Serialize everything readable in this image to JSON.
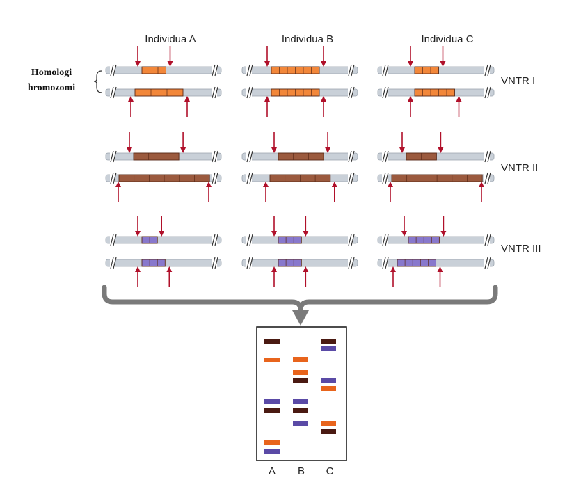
{
  "individuals": [
    "Individua  A",
    "Individua  B",
    "Individua  C"
  ],
  "homolog_label": [
    "Homologi",
    "hromozomi"
  ],
  "vntr_labels": [
    "VNTR I",
    "VNTR II",
    "VNTR III"
  ],
  "gel_lane_labels": [
    "A",
    "B",
    "C"
  ],
  "colors": {
    "chromosome": "#c9d0d8",
    "chromosome_edge": "#9aa3ad",
    "vntr1": "#f2873a",
    "vntr2": "#9b5a3e",
    "vntr3": "#8878cc",
    "arrow": "#b0102a",
    "bracket": "#777777",
    "band_orange": "#e8641c",
    "band_brown": "#4a1a12",
    "band_purple": "#5a4aa6"
  },
  "vntr_repeat_units": {
    "VNTR I": {
      "A": [
        3,
        6
      ],
      "B": [
        6,
        6
      ],
      "C": [
        3,
        5
      ]
    },
    "VNTR II": {
      "A": [
        3,
        6
      ],
      "B": [
        3,
        4
      ],
      "C": [
        2,
        6
      ]
    },
    "VNTR III": {
      "A": [
        2,
        3
      ],
      "B": [
        3,
        3
      ],
      "C": [
        4,
        5
      ]
    }
  },
  "gel_bands": {
    "A": [
      "brown",
      "orange",
      "purple",
      "brown",
      "orange",
      "purple"
    ],
    "B": [
      "orange",
      "orange",
      "brown",
      "purple",
      "brown",
      "purple"
    ],
    "C": [
      "brown",
      "purple",
      "purple",
      "orange",
      "orange",
      "brown"
    ]
  }
}
